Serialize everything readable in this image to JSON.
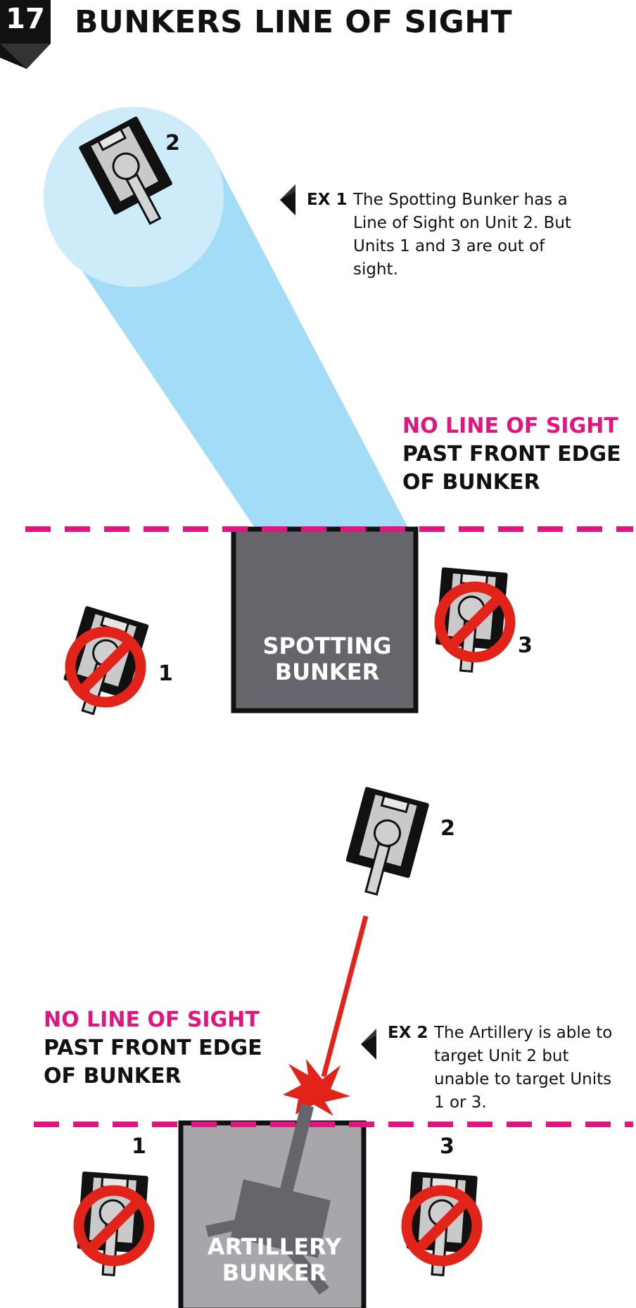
{
  "header": {
    "page_number": "17",
    "title": "BUNKERS LINE OF SIGHT"
  },
  "example1": {
    "label": "EX 1",
    "text": "The Spotting Bunker has a Line of Sight on Unit 2. But Units 1 and 3 are out of sight.",
    "warning_pink": "NO LINE OF SIGHT",
    "warning_line2": "PAST FRONT EDGE",
    "warning_line3": "OF BUNKER",
    "bunker_line1": "SPOTTING",
    "bunker_line2": "BUNKER",
    "units": {
      "u1": "1",
      "u2": "2",
      "u3": "3"
    }
  },
  "example2": {
    "label": "EX 2",
    "text": "The Artillery is able to target Unit 2 but unable to target Units 1 or 3.",
    "warning_pink": "NO LINE OF SIGHT",
    "warning_line2": "PAST FRONT EDGE",
    "warning_line3": "OF BUNKER",
    "bunker_line1": "ARTILLERY",
    "bunker_line2": "BUNKER",
    "units": {
      "u1": "1",
      "u2": "2",
      "u3": "3"
    }
  },
  "colors": {
    "dashed_line": "#e0167f",
    "sight_cone": "#a3dcf7",
    "sight_circle": "#cdebf9",
    "spotting_bunker": "#66656b",
    "artillery_bunker": "#a9a6ab",
    "fire_line": "#e2231a",
    "no_symbol": "#e2231a"
  }
}
